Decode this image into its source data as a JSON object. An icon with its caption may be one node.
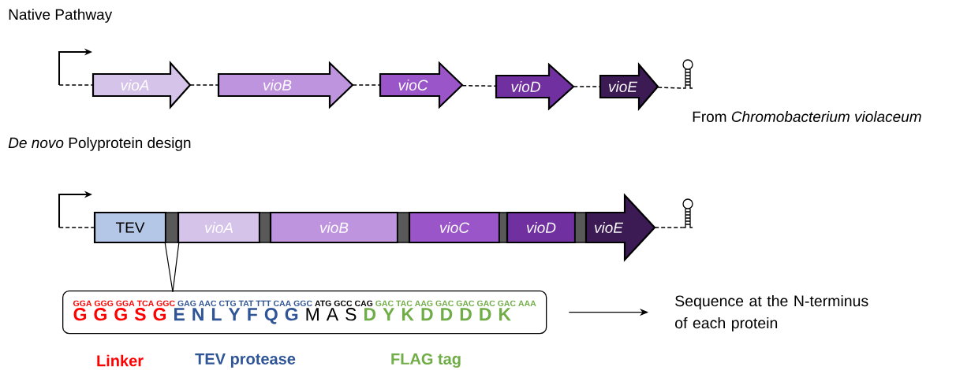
{
  "diagram": {
    "nodes": [
      {
        "text": [],
        "shape": "picture"
      },
      {
        "text": [
          "vioA"
        ]
      },
      {
        "text": [
          "vioB"
        ]
      },
      {
        "text": [
          "vioC"
        ]
      },
      {
        "text": [
          "vioD"
        ]
      },
      {
        "text": [
          "vioE"
        ]
      },
      {
        "text": [],
        "shape": "picture"
      },
      {
        "text": [],
        "shape": "picture"
      },
      {
        "text": [
          "TEV"
        ]
      },
      {
        "text": [],
        "shape": "box"
      },
      {
        "text": [
          "vioA"
        ]
      },
      {
        "text": [],
        "shape": "box"
      },
      {
        "text": [
          "vioB"
        ]
      },
      {
        "text": [],
        "shape": "box"
      },
      {
        "text": [
          "vioC"
        ]
      },
      {
        "text": [],
        "shape": "box"
      },
      {
        "text": [
          "vioD"
        ]
      },
      {
        "text": [],
        "shape": "box"
      },
      {
        "text": [
          "vioE"
        ]
      },
      {
        "text": [],
        "shape": "picture"
      },
      {
        "text": [
          "GGA GGG GGA TCA GGC",
          "GAG AAC CTG TAT TTT CAA GGC",
          "ATG GCC CAG",
          "GAC TAC AAG GAC GAC GAC GAC AAA",
          "G G G S G",
          "E N L Y F Q G",
          "M A S",
          "D Y K D D D D K"
        ]
      },
      {
        "text": [
          "Sequence at the N-terminus of each protein"
        ]
      }
    ],
    "edges": [
      {
        "from": 0,
        "to": 1,
        "arrow": "none",
        "style": "dashed"
      },
      {
        "from": 1,
        "to": 2,
        "arrow": "none",
        "style": "dashed"
      },
      {
        "from": 2,
        "to": 3,
        "arrow": "none",
        "style": "dashed"
      },
      {
        "from": 3,
        "to": 4,
        "arrow": "none",
        "style": "dashed"
      },
      {
        "from": 4,
        "to": 5,
        "arrow": "none",
        "style": "dashed"
      },
      {
        "from": 5,
        "to": 6,
        "arrow": "none",
        "style": "dashed"
      },
      {
        "from": 7,
        "to": 8,
        "arrow": "none",
        "style": "dashed"
      },
      {
        "from": 18,
        "to": 19,
        "arrow": "none",
        "style": "dashed"
      },
      {
        "from": 9,
        "to": 20,
        "arrow": "none"
      },
      {
        "from": 20,
        "to": 21,
        "arrow": "to"
      }
    ],
    "labels": [
      "Native Pathway",
      "*De novo* Polyprotein design",
      "From *Chromobacterium violaceum*",
      "Linker",
      "TEV  protease",
      "FLAG tag"
    ]
  }
}
